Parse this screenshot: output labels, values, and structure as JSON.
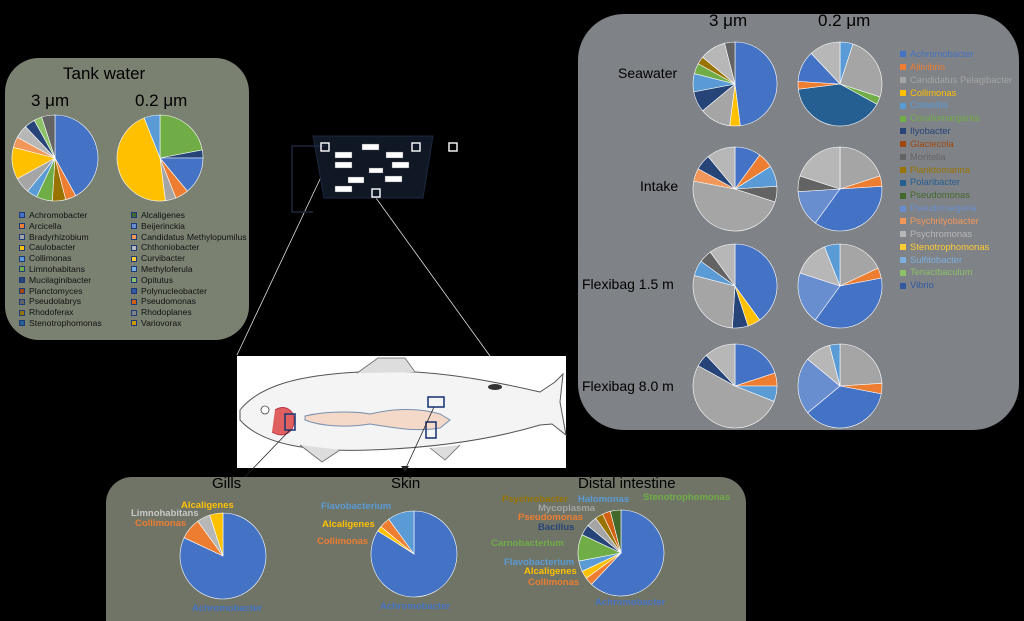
{
  "tank_water": {
    "title": "Tank water",
    "col_3um": "3 μm",
    "col_02um": "0.2 μm",
    "legend_col1": [
      "Achromobacter",
      "Arcicella",
      "Bradyrhizobium",
      "Caulobacter",
      "Collimonas",
      "Limnohabitans",
      "Mucilaginibacter",
      "Planctomyces",
      "Pseudolabrys",
      "Rhodoferax",
      "Stenotrophomonas"
    ],
    "legend_col2": [
      "Alcaligenes",
      "Beijerinckia",
      "Candidatus Methylopumilus",
      "Chthoniobacter",
      "Curvibacter",
      "Methyloferula",
      "Opitutus",
      "Polynucleobacter",
      "Pseudomonas",
      "Rhodoplanes",
      "Variovorax"
    ],
    "legend_col1_colors": [
      "#4472c4",
      "#ed7d31",
      "#a5a5a5",
      "#ffc000",
      "#5b9bd5",
      "#70ad47",
      "#264478",
      "#9e480e",
      "#636363",
      "#997300",
      "#255e91"
    ],
    "legend_col2_colors": [
      "#43682b",
      "#698ed0",
      "#f1975a",
      "#b7b7b7",
      "#ffcd33",
      "#7cafdd",
      "#8cc168",
      "#335aa1",
      "#d26012",
      "#848484",
      "#cc9a00"
    ]
  },
  "seawater": {
    "col_3um": "3 μm",
    "col_02um": "0.2 μm",
    "rows": [
      "Seawater",
      "Intake",
      "Flexibag 1.5 m",
      "Flexibag 8.0 m"
    ],
    "legend": [
      {
        "name": "Achromobacter",
        "color": "#4472c4"
      },
      {
        "name": "Aliivibrio",
        "color": "#ed7d31"
      },
      {
        "name": "Candidatus Pelagibacter",
        "color": "#a5a5a5"
      },
      {
        "name": "Collimonas",
        "color": "#ffc000"
      },
      {
        "name": "Colwellia",
        "color": "#5b9bd5"
      },
      {
        "name": "Coraliomargarita",
        "color": "#70ad47"
      },
      {
        "name": "Ilyobacter",
        "color": "#264478"
      },
      {
        "name": "Glaciecola",
        "color": "#9e480e"
      },
      {
        "name": "Moritella",
        "color": "#636363"
      },
      {
        "name": "Planktomarina",
        "color": "#997300"
      },
      {
        "name": "Polaribacter",
        "color": "#255e91"
      },
      {
        "name": "Pseudomonas",
        "color": "#43682b"
      },
      {
        "name": "Pseudoruegeria",
        "color": "#698ed0"
      },
      {
        "name": "Psychrilyobacter",
        "color": "#f1975a"
      },
      {
        "name": "Psychromonas",
        "color": "#b7b7b7"
      },
      {
        "name": "Stenotrophomonas",
        "color": "#ffcd33"
      },
      {
        "name": "Sulfitobacter",
        "color": "#7cafdd"
      },
      {
        "name": "Tenacibaculum",
        "color": "#8cc168"
      },
      {
        "name": "Vibrio",
        "color": "#335aa1"
      }
    ]
  },
  "fish_panel": {
    "gills_title": "Gills",
    "skin_title": "Skin",
    "intestine_title": "Distal intestine",
    "gills_labels": [
      {
        "text": "Alcaligenes",
        "color": "#ffc000"
      },
      {
        "text": "Limnohabitans",
        "color": "#c8c8c8"
      },
      {
        "text": "Collimonas",
        "color": "#ed7d31"
      },
      {
        "text": "Achromobacter",
        "color": "#4472c4"
      }
    ],
    "skin_labels": [
      {
        "text": "Flavobacterium",
        "color": "#5b9bd5"
      },
      {
        "text": "Alcaligenes",
        "color": "#ffc000"
      },
      {
        "text": "Collimonas",
        "color": "#ed7d31"
      },
      {
        "text": "Achromobacter",
        "color": "#4472c4"
      }
    ],
    "intestine_labels": [
      {
        "text": "Psychrobacter",
        "color": "#997300"
      },
      {
        "text": "Halomonas",
        "color": "#5b9bd5"
      },
      {
        "text": "Stenotrophomonas",
        "color": "#70ad47"
      },
      {
        "text": "Mycoplasma",
        "color": "#a5a5a5"
      },
      {
        "text": "Pseudomonas",
        "color": "#ed7d31"
      },
      {
        "text": "Bacillus",
        "color": "#264478"
      },
      {
        "text": "Carnobacterium",
        "color": "#70ad47"
      },
      {
        "text": "Flavobacterium",
        "color": "#5b9bd5"
      },
      {
        "text": "Alcaligenes",
        "color": "#ffc000"
      },
      {
        "text": "Collimonas",
        "color": "#ed7d31"
      },
      {
        "text": "Achromobacter",
        "color": "#4472c4"
      }
    ]
  },
  "pies": {
    "tank_3um": [
      [
        "#4472c4",
        42
      ],
      [
        "#ed7d31",
        4
      ],
      [
        "#997300",
        5
      ],
      [
        "#70ad47",
        6
      ],
      [
        "#5b9bd5",
        4
      ],
      [
        "#a5a5a5",
        6
      ],
      [
        "#ffc000",
        12
      ],
      [
        "#f1975a",
        4
      ],
      [
        "#b7b7b7",
        5
      ],
      [
        "#264478",
        4
      ],
      [
        "#8cc168",
        3
      ],
      [
        "#636363",
        5
      ]
    ],
    "tank_02um": [
      [
        "#70ad47",
        22
      ],
      [
        "#264478",
        3
      ],
      [
        "#4472c4",
        14
      ],
      [
        "#ed7d31",
        5
      ],
      [
        "#a5a5a5",
        4
      ],
      [
        "#ffc000",
        46
      ],
      [
        "#5b9bd5",
        6
      ]
    ],
    "sea_3_seawater": [
      [
        "#4472c4",
        48
      ],
      [
        "#ffc000",
        4
      ],
      [
        "#a5a5a5",
        12
      ],
      [
        "#264478",
        8
      ],
      [
        "#5b9bd5",
        7
      ],
      [
        "#70ad47",
        4
      ],
      [
        "#997300",
        3
      ],
      [
        "#b7b7b7",
        10
      ],
      [
        "#636363",
        4
      ]
    ],
    "sea_02_seawater": [
      [
        "#5b9bd5",
        5
      ],
      [
        "#a5a5a5",
        25
      ],
      [
        "#70ad47",
        3
      ],
      [
        "#255e91",
        40
      ],
      [
        "#ed7d31",
        3
      ],
      [
        "#4472c4",
        12
      ],
      [
        "#b7b7b7",
        12
      ]
    ],
    "sea_3_intake": [
      [
        "#4472c4",
        10
      ],
      [
        "#ed7d31",
        6
      ],
      [
        "#5b9bd5",
        8
      ],
      [
        "#636363",
        6
      ],
      [
        "#a5a5a5",
        48
      ],
      [
        "#f1975a",
        5
      ],
      [
        "#264478",
        6
      ],
      [
        "#b7b7b7",
        11
      ]
    ],
    "sea_02_intake": [
      [
        "#a5a5a5",
        20
      ],
      [
        "#ed7d31",
        4
      ],
      [
        "#4472c4",
        36
      ],
      [
        "#698ed0",
        14
      ],
      [
        "#636363",
        6
      ],
      [
        "#b7b7b7",
        20
      ]
    ],
    "sea_3_fb15": [
      [
        "#4472c4",
        40
      ],
      [
        "#ffc000",
        5
      ],
      [
        "#264478",
        6
      ],
      [
        "#a5a5a5",
        28
      ],
      [
        "#5b9bd5",
        6
      ],
      [
        "#636363",
        5
      ],
      [
        "#b7b7b7",
        10
      ]
    ],
    "sea_02_fb15": [
      [
        "#a5a5a5",
        18
      ],
      [
        "#ed7d31",
        4
      ],
      [
        "#4472c4",
        38
      ],
      [
        "#698ed0",
        20
      ],
      [
        "#b7b7b7",
        14
      ],
      [
        "#5b9bd5",
        6
      ]
    ],
    "sea_3_fb80": [
      [
        "#4472c4",
        20
      ],
      [
        "#ed7d31",
        5
      ],
      [
        "#5b9bd5",
        6
      ],
      [
        "#a5a5a5",
        52
      ],
      [
        "#264478",
        5
      ],
      [
        "#b7b7b7",
        12
      ]
    ],
    "sea_02_fb80": [
      [
        "#a5a5a5",
        24
      ],
      [
        "#ed7d31",
        4
      ],
      [
        "#4472c4",
        36
      ],
      [
        "#698ed0",
        22
      ],
      [
        "#b7b7b7",
        10
      ],
      [
        "#5b9bd5",
        4
      ]
    ],
    "gills": [
      [
        "#4472c4",
        82
      ],
      [
        "#ed7d31",
        8
      ],
      [
        "#b7b7b7",
        5
      ],
      [
        "#ffc000",
        5
      ]
    ],
    "skin": [
      [
        "#4472c4",
        84
      ],
      [
        "#ffc000",
        2
      ],
      [
        "#ed7d31",
        4
      ],
      [
        "#5b9bd5",
        10
      ]
    ],
    "intestine": [
      [
        "#4472c4",
        62
      ],
      [
        "#ed7d31",
        3
      ],
      [
        "#ffc000",
        3
      ],
      [
        "#5b9bd5",
        4
      ],
      [
        "#70ad47",
        10
      ],
      [
        "#264478",
        4
      ],
      [
        "#a5a5a5",
        4
      ],
      [
        "#997300",
        3
      ],
      [
        "#d26012",
        3
      ],
      [
        "#43682b",
        4
      ]
    ]
  }
}
